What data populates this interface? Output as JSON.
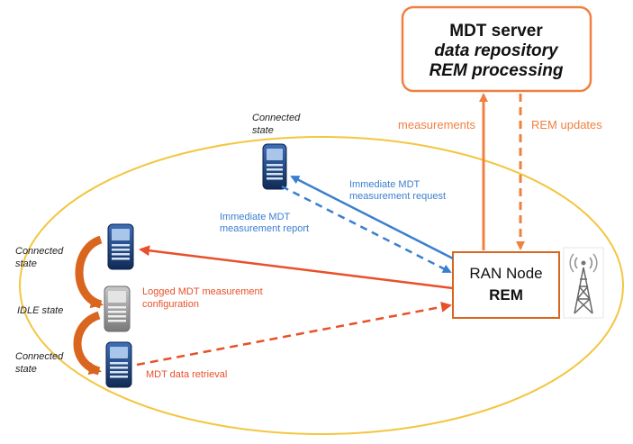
{
  "server": {
    "title": "MDT server",
    "line2": "data repository",
    "line3": "REM processing"
  },
  "ran_node": {
    "line1": "RAN Node",
    "line2": "REM"
  },
  "links": {
    "measurements": "measurements",
    "rem_updates": "REM updates"
  },
  "top_ue": {
    "state_line1": "Connected",
    "state_line2": "state",
    "request_line1": "Immediate MDT",
    "request_line2": "measurement request",
    "report_line1": "Immediate MDT",
    "report_line2": "measurement report"
  },
  "left_ues": {
    "connected1_line1": "Connected",
    "connected1_line2": "state",
    "idle": "IDLE state",
    "connected2_line1": "Connected",
    "connected2_line2": "state",
    "logged_line1": "Logged MDT measurement",
    "logged_line2": "configuration",
    "retrieval": "MDT data retrieval"
  },
  "colors": {
    "orange": "#f08040",
    "red_orange": "#e8502a",
    "blue": "#3a7fcf",
    "yellow": "#f3c640",
    "dark_orange": "#d9651e",
    "phone_blue": "#1e4a8c",
    "grey": "#8a8a8a"
  }
}
